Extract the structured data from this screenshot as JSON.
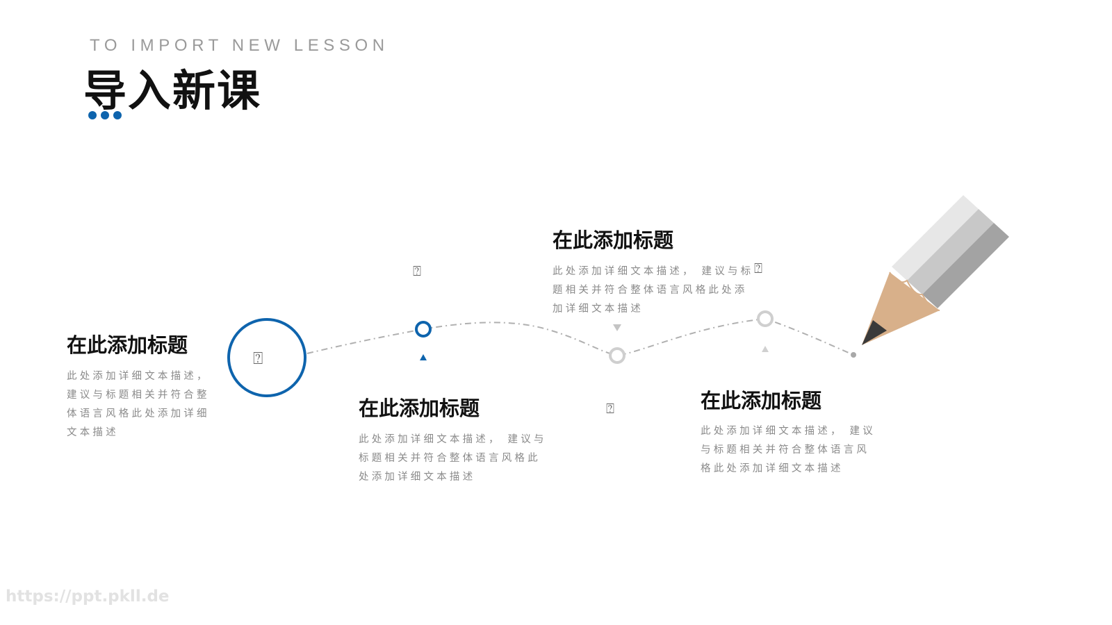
{
  "header": {
    "subtitle": "TO IMPORT NEW LESSON",
    "title": "导入新课"
  },
  "items": [
    {
      "title": "在此添加标题",
      "lines": [
        "此处添加详细文本描述，",
        "建议与标题相关并符合整",
        "体语言风格此处添加详细",
        "文本描述"
      ]
    },
    {
      "title": "在此添加标题",
      "lines": [
        "此处添加详细文本描述， 建议与",
        "标题相关并符合整体语言风格此",
        "处添加详细文本描述"
      ]
    },
    {
      "title": "在此添加标题",
      "lines": [
        "此处添加详细文本描述， 建议与标",
        "题相关并符合整体语言风格此处添",
        "加详细文本描述"
      ]
    },
    {
      "title": "在此添加标题",
      "lines": [
        "此处添加详细文本描述， 建议",
        "与标题相关并符合整体语言风",
        "格此处添加详细文本描述"
      ]
    }
  ],
  "icons": {
    "placeholder_glyph": "⍰",
    "node1": "placeholder-icon",
    "node2": "placeholder-icon",
    "node3": "placeholder-icon",
    "node4": "placeholder-icon"
  },
  "colors": {
    "accent": "#0e64ad",
    "node_gray": "#cfcfcf",
    "path_gray": "#b0b0b0"
  },
  "watermark": "https://ppt.pkll.de"
}
